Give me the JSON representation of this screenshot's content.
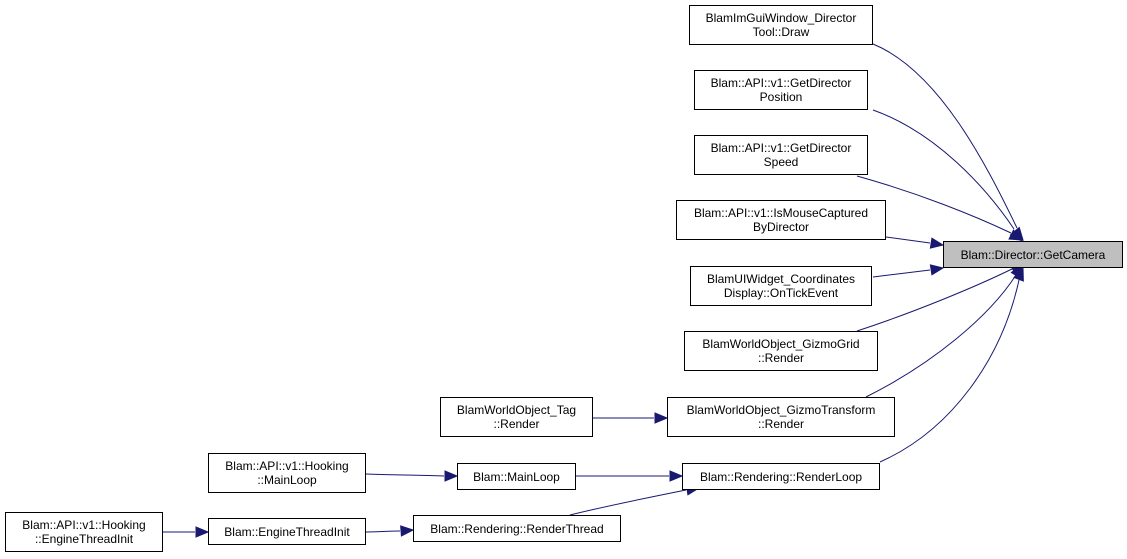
{
  "colors": {
    "edge": "#191970",
    "node_border": "#000000",
    "node_fill": "#ffffff",
    "target_fill": "#bfbfbf"
  },
  "nodes": [
    {
      "id": "target",
      "lines": [
        "Blam::Director::GetCamera"
      ],
      "is_target": true
    },
    {
      "id": "drawtool",
      "lines": [
        "BlamImGuiWindow_Director",
        "Tool::Draw"
      ]
    },
    {
      "id": "getpos",
      "lines": [
        "Blam::API::v1::GetDirector",
        "Position"
      ]
    },
    {
      "id": "getspeed",
      "lines": [
        "Blam::API::v1::GetDirector",
        "Speed"
      ]
    },
    {
      "id": "mousecap",
      "lines": [
        "Blam::API::v1::IsMouseCaptured",
        "ByDirector"
      ]
    },
    {
      "id": "coords",
      "lines": [
        "BlamUIWidget_Coordinates",
        "Display::OnTickEvent"
      ]
    },
    {
      "id": "gizmogrid",
      "lines": [
        "BlamWorldObject_GizmoGrid",
        "::Render"
      ]
    },
    {
      "id": "gizmotransform",
      "lines": [
        "BlamWorldObject_GizmoTransform",
        "::Render"
      ]
    },
    {
      "id": "tagrender",
      "lines": [
        "BlamWorldObject_Tag",
        "::Render"
      ]
    },
    {
      "id": "renderloop",
      "lines": [
        "Blam::Rendering::RenderLoop"
      ]
    },
    {
      "id": "mainloop",
      "lines": [
        "Blam::MainLoop"
      ]
    },
    {
      "id": "hookmain",
      "lines": [
        "Blam::API::v1::Hooking",
        "::MainLoop"
      ]
    },
    {
      "id": "renderthread",
      "lines": [
        "Blam::Rendering::RenderThread"
      ]
    },
    {
      "id": "enginethreadinit",
      "lines": [
        "Blam::EngineThreadInit"
      ]
    },
    {
      "id": "hookengine",
      "lines": [
        "Blam::API::v1::Hooking",
        "::EngineThreadInit"
      ]
    }
  ],
  "edges": [
    {
      "from": "drawtool",
      "to": "target"
    },
    {
      "from": "getpos",
      "to": "target"
    },
    {
      "from": "getspeed",
      "to": "target"
    },
    {
      "from": "mousecap",
      "to": "target"
    },
    {
      "from": "coords",
      "to": "target"
    },
    {
      "from": "gizmogrid",
      "to": "target"
    },
    {
      "from": "gizmotransform",
      "to": "target"
    },
    {
      "from": "renderloop",
      "to": "target"
    },
    {
      "from": "tagrender",
      "to": "gizmotransform"
    },
    {
      "from": "mainloop",
      "to": "renderloop"
    },
    {
      "from": "renderthread",
      "to": "renderloop"
    },
    {
      "from": "hookmain",
      "to": "mainloop"
    },
    {
      "from": "enginethreadinit",
      "to": "renderthread"
    },
    {
      "from": "hookengine",
      "to": "enginethreadinit"
    }
  ]
}
